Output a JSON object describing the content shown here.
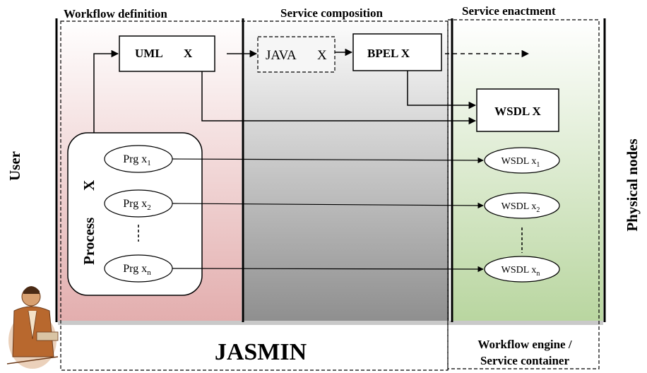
{
  "sections": {
    "workflow_definition": "Workflow definition",
    "service_composition": "Service composition",
    "service_enactment": "Service enactment"
  },
  "side_labels": {
    "user": "User",
    "physical_nodes": "Physical nodes"
  },
  "nodes": {
    "uml": {
      "label": "UML",
      "var": "X"
    },
    "java": {
      "label": "JAVA",
      "var": "X"
    },
    "bpel": {
      "label": "BPEL X"
    },
    "wsdl": {
      "label": "WSDL X"
    },
    "process": {
      "label": "Process",
      "var": "X"
    }
  },
  "programs": [
    {
      "base": "Prg x",
      "sub": "1"
    },
    {
      "base": "Prg x",
      "sub": "2"
    },
    {
      "base": "Prg x",
      "sub": "n"
    }
  ],
  "services": [
    {
      "base": "WSDL x",
      "sub": "1"
    },
    {
      "base": "WSDL x",
      "sub": "2"
    },
    {
      "base": "WSDL x",
      "sub": "n"
    }
  ],
  "footer": {
    "jasmin": "JASMIN",
    "engine_line1": "Workflow engine /",
    "engine_line2": "Service container"
  },
  "colors": {
    "definition_bg_top": "#ffffff",
    "definition_bg_bottom": "#e3aeae",
    "composition_bg_top": "#fdfdfd",
    "composition_bg_bottom": "#8f8f8f",
    "enactment_bg_top": "#ffffff",
    "enactment_bg_bottom": "#b9d6a0"
  }
}
